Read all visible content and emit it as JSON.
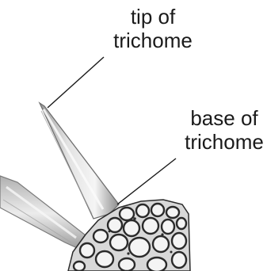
{
  "labels": {
    "tip": [
      "tip of",
      "trichome"
    ],
    "base": [
      "base of",
      "trichome"
    ]
  },
  "colors": {
    "text": "#1a1a1a",
    "leader_line": "#1a1a1a",
    "cell_wall": "#2a2a2a",
    "cell_interior": "#f4f4f4",
    "trichome_fill": "#d9d9d9"
  }
}
